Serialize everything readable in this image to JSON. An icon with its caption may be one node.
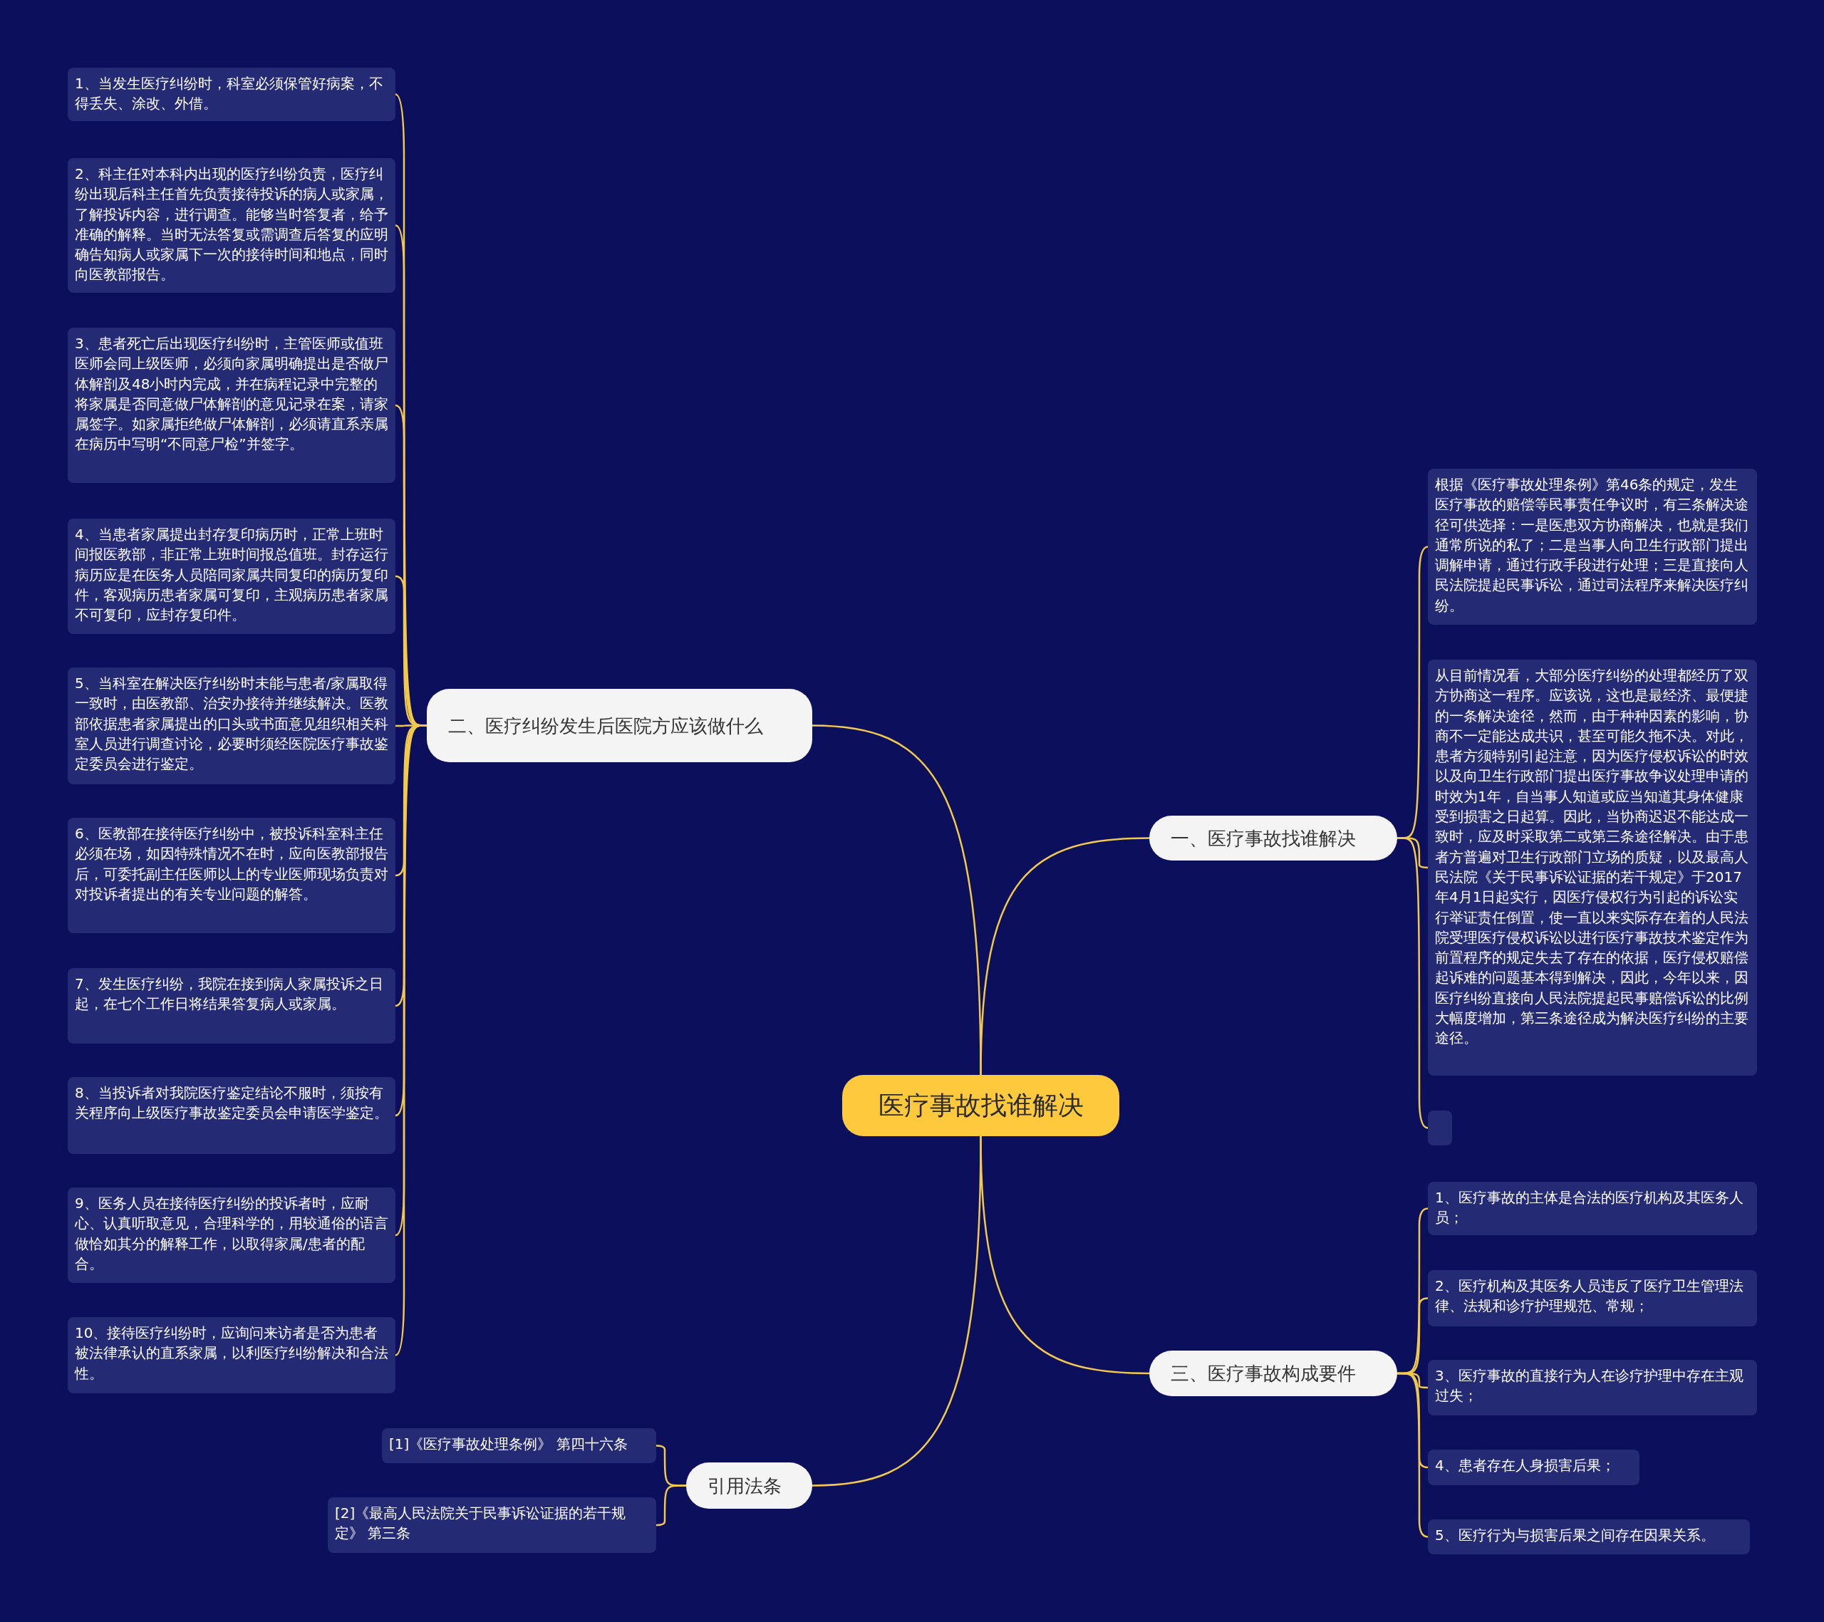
{
  "diagram": {
    "nodes": [
      {
        "text": [
          "医疗事故找谁解决"
        ]
      },
      {
        "text": [
          "二、医疗纠纷发生后医院方应该做什么"
        ]
      },
      {
        "text": [
          "1、当发生医疗纠纷时，科室必须保管好病案，不得丢失、涂改、外借。"
        ]
      },
      {
        "text": [
          "2、科主任对本科内出现的医疗纠纷负责，医疗纠纷出现后科主任首先负责接待投诉的病人或家属，了解投诉内容，进行调查。能够当时答复者，给予准确的解释。当时无法答复或需调查后答复的应明确告知病人或家属下一次的接待时间和地点，同时向医教部报告。"
        ]
      },
      {
        "text": [
          "3、患者死亡后出现医疗纠纷时，主管医师或值班医师会同上级医师，必须向家属明确提出是否做尸体解剖及48小时内完成，并在病程记录中完整的将家属是否同意做尸体解剖的意见记录在案，请家属签字。如家属拒绝做尸体解剖，必须请直系亲属在病历中写明“不同意尸检”并签字。"
        ]
      },
      {
        "text": [
          "4、当患者家属提出封存复印病历时，正常上班时间报医教部，非正常上班时间报总值班。封存运行病历应是在医务人员陪同家属共同复印的病历复印件，客观病历患者家属可复印，主观病历患者家属不可复印，应封存复印件。"
        ]
      },
      {
        "text": [
          "5、当科室在解决医疗纠纷时未能与患者/家属取得一致时，由医教部、治安办接待并继续解决。医教部依据患者家属提出的口头或书面意见组织相关科室人员进行调查讨论，必要时须经医院医疗事故鉴定委员会进行鉴定。"
        ]
      },
      {
        "text": [
          "6、医教部在接待医疗纠纷中，被投诉科室科主任必须在场，如因特殊情况不在时，应向医教部报告后，可委托副主任医师以上的专业医师现场负责对对投诉者提出的有关专业问题的解答。"
        ]
      },
      {
        "text": [
          "7、发生医疗纠纷，我院在接到病人家属投诉之日起，在七个工作日将结果答复病人或家属。"
        ]
      },
      {
        "text": [
          "8、当投诉者对我院医疗鉴定结论不服时，须按有关程序向上级医疗事故鉴定委员会申请医学鉴定。"
        ]
      },
      {
        "text": [
          "9、医务人员在接待医疗纠纷的投诉者时，应耐心、认真听取意见，合理科学的，用较通俗的语言做恰如其分的解释工作，以取得家属/患者的配合。"
        ]
      },
      {
        "text": [
          "10、接待医疗纠纷时，应询问来访者是否为患者被法律承认的直系家属，以利医疗纠纷解决和合法性。"
        ]
      },
      {
        "text": [
          "一、医疗事故找谁解决"
        ]
      },
      {
        "text": [
          "根据《医疗事故处理条例》第46条的规定，发生医疗事故的赔偿等民事责任争议时，有三条解决途径可供选择：一是医患双方协商解决，也就是我们通常所说的私了；二是当事人向卫生行政部门提出调解申请，通过行政手段进行处理；三是直接向人民法院提起民事诉讼，通过司法程序来解决医疗纠纷。"
        ]
      },
      {
        "text": [
          "从目前情况看，大部分医疗纠纷的处理都经历了双方协商这一程序。应该说，这也是最经济、最便捷的一条解决途径，然而，由于种种因素的影响，协商不一定能达成共识，甚至可能久拖不决。对此，患者方须特别引起注意，因为医疗侵权诉讼的时效以及向卫生行政部门提出医疗事故争议处理申请的时效为1年，自当事人知道或应当知道其身体健康受到损害之日起算。因此，当协商迟迟不能达成一致时，应及时采取第二或第三条途径解决。由于患者方普遍对卫生行政部门立场的质疑，以及最高人民法院《关于民事诉讼证据的若干规定》于2017年4月1日起实行，因医疗侵权行为引起的诉讼实行举证责任倒置，使一直以来实际存在着的人民法院受理医疗侵权诉讼以进行医疗事故技术鉴定作为前置程序的规定失去了存在的依据，医疗侵权赔偿起诉难的问题基本得到解决，因此，今年以来，因医疗纠纷直接向人民法院提起民事赔偿诉讼的比例大幅度增加，第三条途径成为解决医疗纠纷的主要途径。"
        ]
      },
      {
        "text": [],
        "shape": "box"
      },
      {
        "text": [
          "三、医疗事故构成要件"
        ]
      },
      {
        "text": [
          "1、医疗事故的主体是合法的医疗机构及其医务人员；"
        ]
      },
      {
        "text": [
          "2、医疗机构及其医务人员违反了医疗卫生管理法律、法规和诊疗护理规范、常规；"
        ]
      },
      {
        "text": [
          "3、医疗事故的直接行为人在诊疗护理中存在主观过失；"
        ]
      },
      {
        "text": [
          "4、患者存在人身损害后果；"
        ]
      },
      {
        "text": [
          "5、医疗行为与损害后果之间存在因果关系。"
        ]
      },
      {
        "text": [
          "引用法条"
        ]
      },
      {
        "text": [
          "[1]《医疗事故处理条例》 第四十六条"
        ]
      },
      {
        "text": [
          "[2]《最高人民法院关于民事诉讼证据的若干规定》 第三条"
        ]
      }
    ],
    "edges": [
      {
        "from": 0,
        "to": 1,
        "arrow": "none"
      },
      {
        "from": 1,
        "to": 2,
        "arrow": "none"
      },
      {
        "from": 1,
        "to": 3,
        "arrow": "none"
      },
      {
        "from": 1,
        "to": 4,
        "arrow": "none"
      },
      {
        "from": 1,
        "to": 5,
        "arrow": "none"
      },
      {
        "from": 1,
        "to": 6,
        "arrow": "none"
      },
      {
        "from": 1,
        "to": 7,
        "arrow": "none"
      },
      {
        "from": 1,
        "to": 8,
        "arrow": "none"
      },
      {
        "from": 1,
        "to": 9,
        "arrow": "none"
      },
      {
        "from": 1,
        "to": 10,
        "arrow": "none"
      },
      {
        "from": 1,
        "to": 11,
        "arrow": "none"
      },
      {
        "from": 0,
        "to": 12,
        "arrow": "none"
      },
      {
        "from": 12,
        "to": 13,
        "arrow": "none"
      },
      {
        "from": 12,
        "to": 14,
        "arrow": "none"
      },
      {
        "from": 12,
        "to": 15,
        "arrow": "none"
      },
      {
        "from": 0,
        "to": 16,
        "arrow": "none"
      },
      {
        "from": 16,
        "to": 17,
        "arrow": "none"
      },
      {
        "from": 16,
        "to": 18,
        "arrow": "none"
      },
      {
        "from": 16,
        "to": 19,
        "arrow": "none"
      },
      {
        "from": 16,
        "to": 20,
        "arrow": "none"
      },
      {
        "from": 16,
        "to": 21,
        "arrow": "none"
      },
      {
        "from": 0,
        "to": 22,
        "arrow": "none"
      },
      {
        "from": 22,
        "to": 23,
        "arrow": "none"
      },
      {
        "from": 22,
        "to": 24,
        "arrow": "none"
      }
    ]
  }
}
